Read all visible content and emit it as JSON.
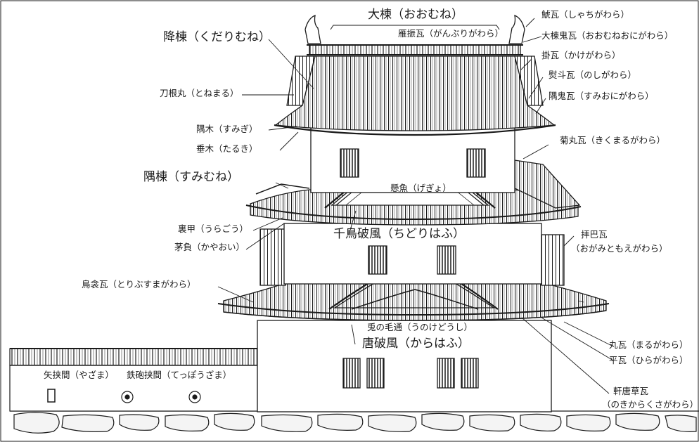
{
  "labels": {
    "omune": "大棟（おおむね）",
    "ganburi": "雁振瓦（がんぶりがわら）",
    "kudarimune": "降棟（くだりむね）",
    "tonemaru": "刀根丸（とねまる）",
    "sumigi": "隅木（すみぎ）",
    "taruki": "垂木（たるき）",
    "sumimune": "隅棟（すみむね）",
    "gegyo": "懸魚（げぎょ）",
    "uragou": "裏甲（うらごう）",
    "kayaoi": "茅負（かやおい）",
    "chidori": "千鳥破風（ちどりはふ）",
    "toribusuma": "鳥衾瓦（とりぶすまがわら）",
    "unokedoshi": "兎の毛通（うのけどうし）",
    "karahafu": "唐破風（からはふ）",
    "yazama": "矢挟間（やざま）",
    "teppozama": "鉄砲挟間（てっぽうざま）",
    "shachi": "鯱瓦（しゃちがわら）",
    "omuneonigawara": "大棟鬼瓦（おおむねおにがわら）",
    "kakegawara": "掛瓦（かけがわら）",
    "noshigawara": "熨斗瓦（のしがわら）",
    "sumionigawara": "隅鬼瓦（すみおにがわら）",
    "kikumaru": "菊丸瓦（きくまるがわら）",
    "ogami_1": "拝巴瓦",
    "ogami_2": "（おがみともえがわら）",
    "marugawara": "丸瓦（まるがわら）",
    "hiragawara": "平瓦（ひらがわら）",
    "nokikarakusa_1": "軒唐草瓦",
    "nokikarakusa_2": "（のきからくさがわら）"
  },
  "colors": {
    "ink": "#1a1a1a",
    "paper": "#ffffff",
    "stone": "#f4f4f4"
  }
}
